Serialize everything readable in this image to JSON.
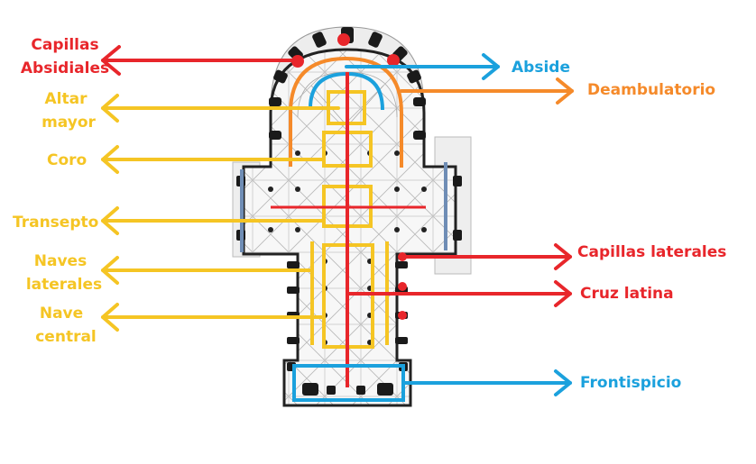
{
  "colors": {
    "red": "#e8262b",
    "yellow": "#f5c524",
    "blue": "#1ba1dd",
    "orange": "#f58a2a",
    "steel": "#6f8db5",
    "plan_black": "#1a1a1a"
  },
  "labels": {
    "capillas_absidiales": [
      "Capillas",
      "Absidiales"
    ],
    "abside": "Abside",
    "deambulatorio": "Deambulatorio",
    "altar_mayor": [
      "Altar",
      "mayor"
    ],
    "coro": "Coro",
    "transepto": "Transepto",
    "capillas_laterales": "Capillas laterales",
    "naves_laterales": [
      "Naves",
      "laterales"
    ],
    "cruz_latina": "Cruz latina",
    "nave_central": [
      "Nave",
      "central"
    ],
    "frontispicio": "Frontispicio"
  }
}
